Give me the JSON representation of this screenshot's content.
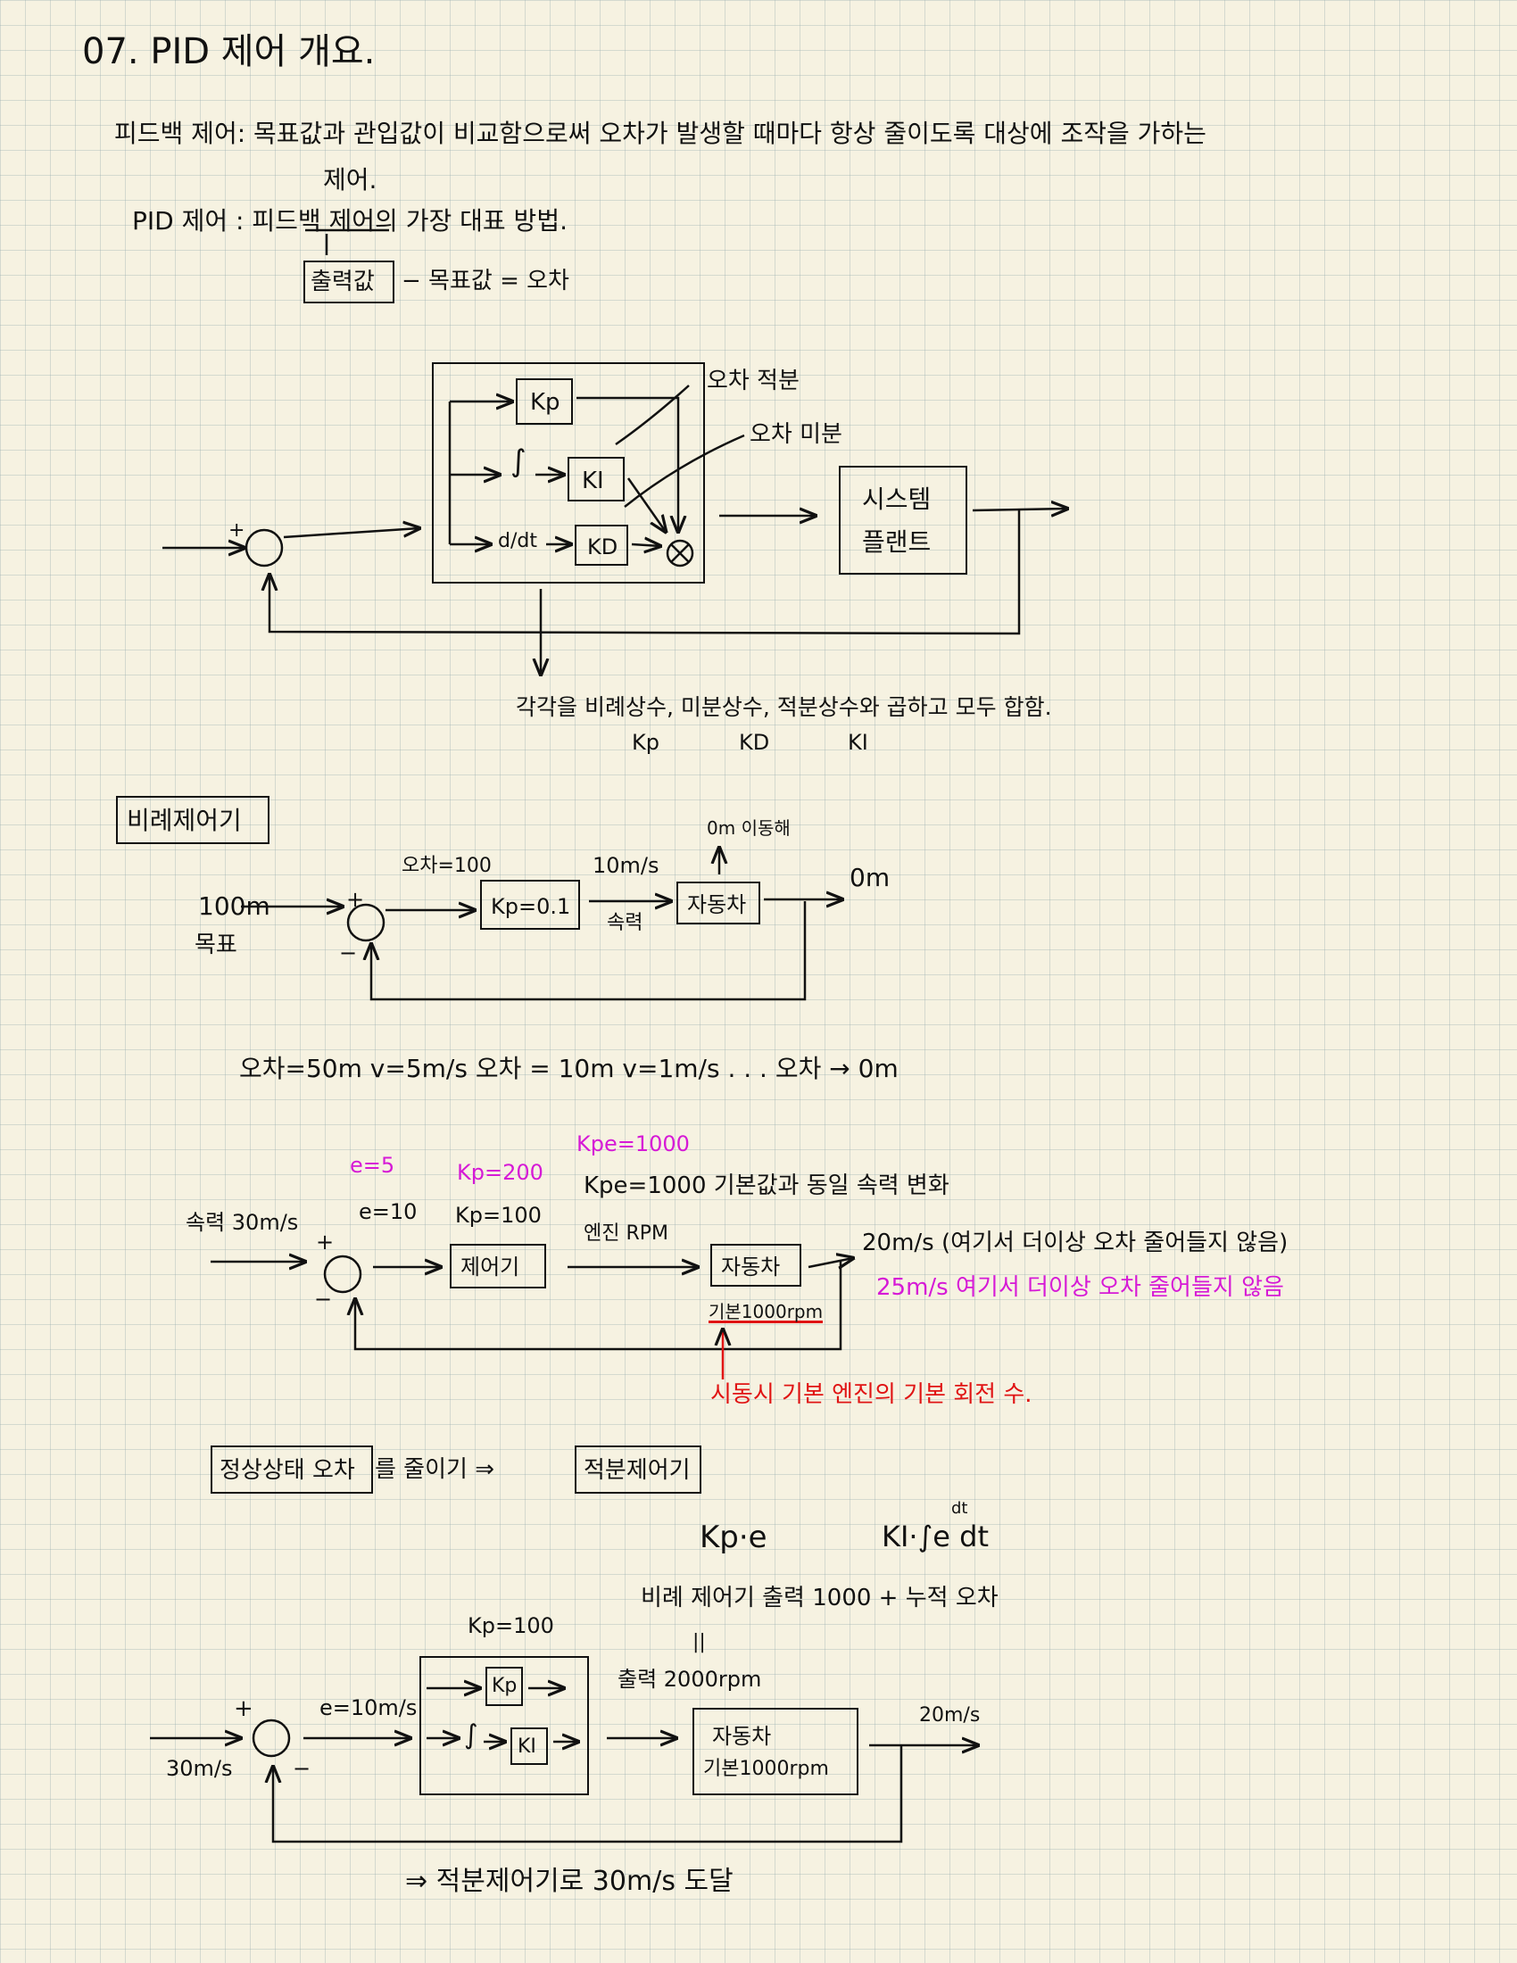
{
  "title": "07. PID 제어 개요.",
  "feedback_def": "피드백 제어: 목표값과 관입값이 비교함으로써 오차가 발생할 때마다 항상 줄이도록 대상에 조작을 가하는",
  "feedback_def_cont": "제어.",
  "pid_def": "PID 제어 : 피드백 제어의 가장 대표 방법.",
  "error_eq_box": "출력값",
  "error_eq_rest": "− 목표값 = 오차",
  "d1": {
    "plus": "+",
    "kp": "Kp",
    "integral": "∫",
    "ki": "KI",
    "deriv": "d/dt",
    "kd": "KD",
    "label_int": "오차 적분",
    "label_der": "오차 미분",
    "plant_line1": "시스템",
    "plant_line2": "플랜트",
    "note": "각각을 비례상수, 미분상수, 적분상수와 곱하고 모두 합함.",
    "note_kp": "Kp",
    "note_kd": "KD",
    "note_ki": "KI"
  },
  "p_ctrl": {
    "heading": "비례제어기",
    "target_val": "100m",
    "target_label": "목표",
    "plus": "+",
    "minus": "−",
    "err": "오차=100",
    "kp_box": "Kp=0.1",
    "speed": "10m/s",
    "speed_label": "속력",
    "car": "자동차",
    "arrive": "0m 이동해",
    "out": "0m",
    "progress": "오차=50m   v=5m/s      오차 = 10m   v=1m/s  . . .  오차 → 0m"
  },
  "ss": {
    "e5": "e=5",
    "kp200": "Kp=200",
    "kpe_pink": "Kpe=1000",
    "e10": "e=10",
    "kp100": "Kp=100",
    "kpe": "Kpe=1000  기본값과 동일  속력 변화",
    "input": "속력 30m/s",
    "plus": "+",
    "minus": "−",
    "ctrl_box": "제어기",
    "rpm": "엔진 RPM",
    "car": "자동차",
    "base": "기본1000rpm",
    "out1": "20m/s (여기서 더이상 오차 줄어들지 않음)",
    "out2": "25m/s  여기서 더이상 오차 줄어들지 않음",
    "note_red": "시동시 기본 엔진의 기본 회전 수."
  },
  "i_ctrl": {
    "ss_box": "정상상태 오차",
    "ss_rest": "를 줄이기  ⇒",
    "heading": "적분제어기",
    "kpe": "Kp·e",
    "ki_int": "KI·∫e dt",
    "ki_int_top": "dt",
    "formula": "비례 제어기 출력 1000 +    누적 오차",
    "eq_sign": "||",
    "kp100": "Kp=100",
    "err": "e=10m/s",
    "plus": "+",
    "minus": "−",
    "input": "30m/s",
    "kp": "Kp",
    "integral": "∫",
    "ki": "KI",
    "out_rpm": "출력 2000rpm",
    "car_line1": "자동차",
    "car_line2": "기본1000rpm",
    "out": "20m/s",
    "conclusion": "⇒ 적분제어기로 30m/s 도달"
  }
}
